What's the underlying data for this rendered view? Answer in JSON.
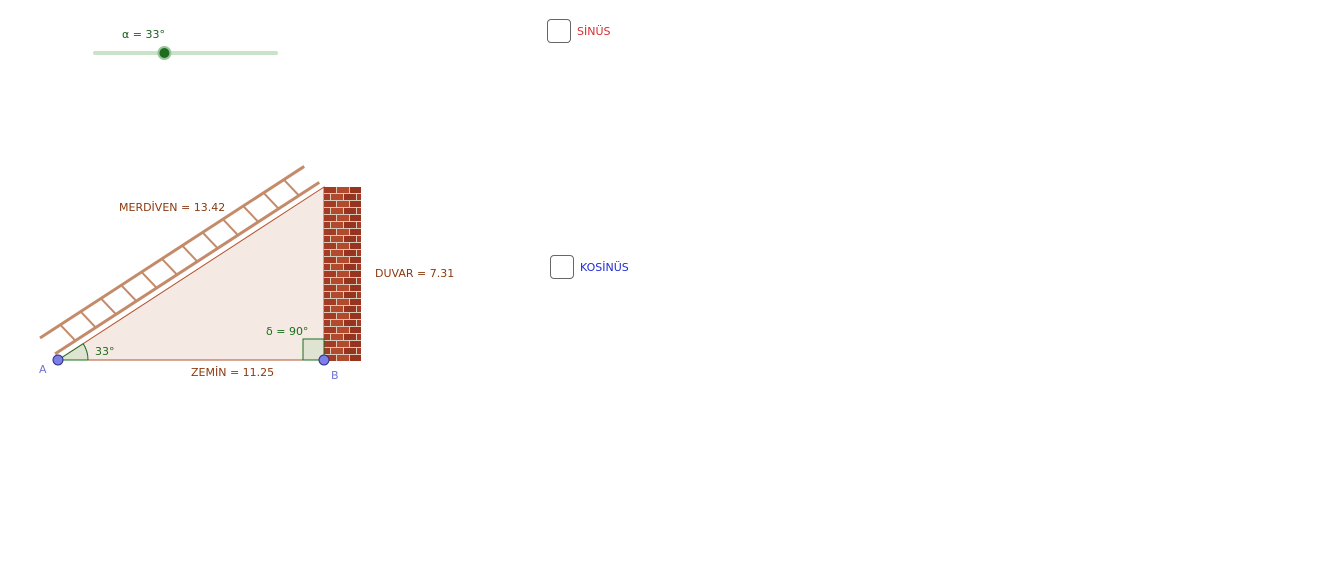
{
  "slider": {
    "label": "α = 33°",
    "value": 33,
    "min": 0,
    "max": 90
  },
  "labels": {
    "ladder": "MERDİVEN = 13.42",
    "wall": "DUVAR = 7.31",
    "ground": "ZEMİN = 11.25",
    "angle_alpha": "33°",
    "angle_delta": "δ = 90°",
    "point_a": "A",
    "point_b": "B"
  },
  "checkboxes": {
    "sine": {
      "label": "SİNÜS",
      "color": "#d32f2f",
      "checked": false
    },
    "cosine": {
      "label": "KOSİNÜS",
      "color": "#1e2bd6",
      "checked": false
    }
  },
  "colors": {
    "triangle_fill": "#f5e9e4",
    "triangle_stroke": "#b5522e",
    "ladder": "#c48b6a",
    "brick": "#a8402a",
    "mortar": "#d9c8b8",
    "point": "#7b7fe6",
    "angle_fill": "#dfe3d1",
    "slider_track": "#c8e3c8",
    "slider_knob": "#1f6b1f"
  }
}
